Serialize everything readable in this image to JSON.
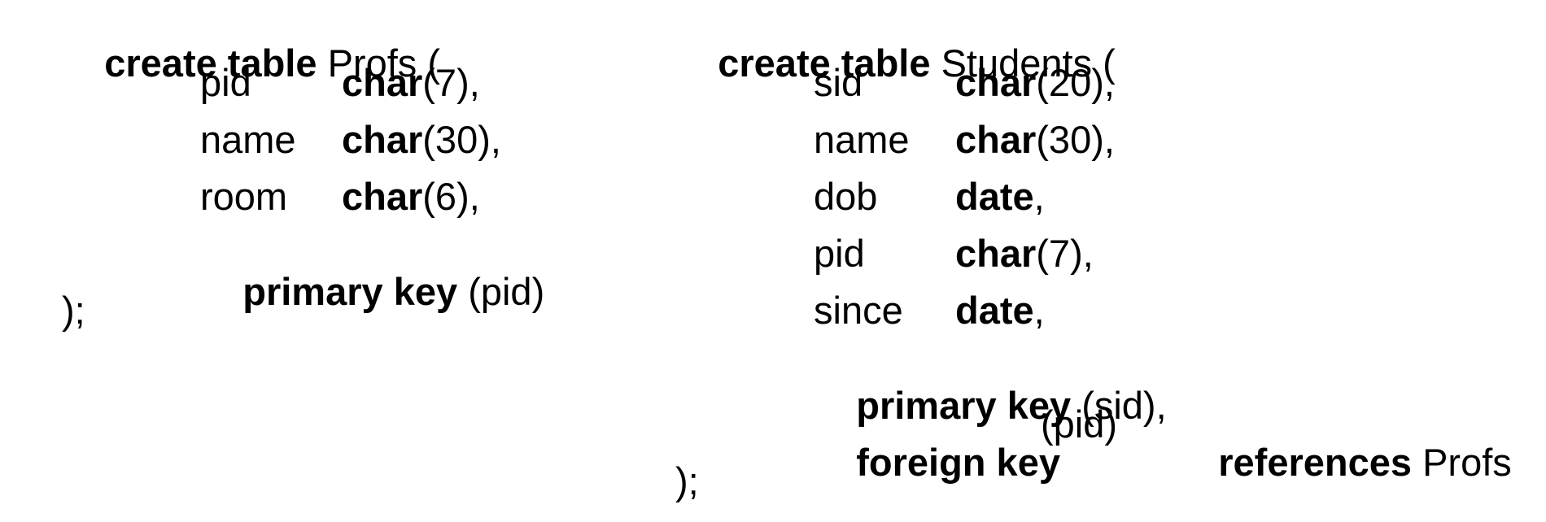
{
  "profs": {
    "create_kw": "create table",
    "table_name": "Profs (",
    "columns": [
      {
        "name": "pid",
        "type_kw": "char",
        "type_rest": "(7),"
      },
      {
        "name": "name",
        "type_kw": "char",
        "type_rest": "(30),"
      },
      {
        "name": "room",
        "type_kw": "char",
        "type_rest": "(6),"
      }
    ],
    "primary_key": {
      "kw": "primary key",
      "rest": "(pid)"
    },
    "close": ");"
  },
  "students": {
    "create_kw": "create table",
    "table_name": "Students (",
    "columns": [
      {
        "name": "sid",
        "type_kw": "char",
        "type_rest": "(20),"
      },
      {
        "name": "name",
        "type_kw": "char",
        "type_rest": "(30),"
      },
      {
        "name": "dob",
        "type_kw": "date",
        "type_rest": ","
      },
      {
        "name": "pid",
        "type_kw": "char",
        "type_rest": "(7),"
      },
      {
        "name": "since",
        "type_kw": "date",
        "type_rest": ","
      }
    ],
    "primary_key": {
      "kw": "primary key",
      "rest": "(sid),"
    },
    "foreign_key": {
      "kw": "foreign key",
      "cols": "(pid)",
      "ref_kw": "references",
      "ref_table": "Profs"
    },
    "close": ");"
  }
}
